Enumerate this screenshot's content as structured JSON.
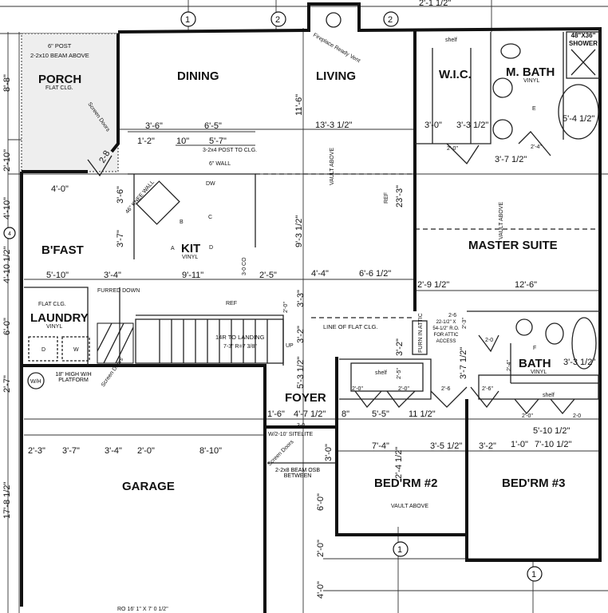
{
  "rooms": {
    "porch": {
      "label": "PORCH",
      "sub": "FLAT CLG."
    },
    "dining": {
      "label": "DINING"
    },
    "living": {
      "label": "LIVING"
    },
    "wic": {
      "label": "W.I.C."
    },
    "mbath": {
      "label": "M. BATH",
      "sub": "VINYL"
    },
    "bfast": {
      "label": "B'FAST"
    },
    "kit": {
      "label": "KIT",
      "sub": "VINYL"
    },
    "master": {
      "label": "MASTER SUITE"
    },
    "laundry": {
      "label": "LAUNDRY",
      "sub": "VINYL",
      "ceiling": "FLAT CLG."
    },
    "bath": {
      "label": "BATH",
      "sub": "VINYL"
    },
    "foyer": {
      "label": "FOYER"
    },
    "garage": {
      "label": "GARAGE"
    },
    "bed2": {
      "label": "BED'RM #2"
    },
    "bed3": {
      "label": "BED'RM #3"
    }
  },
  "grid_markers": [
    "1",
    "2",
    "2",
    "1",
    "1",
    "4"
  ],
  "dimensions": {
    "top": "2'-1 1/2\"",
    "left": [
      "8'-8\"",
      "2'-10\"",
      "4'-10\"",
      "4'-10 1/2\"",
      "6'-0\"",
      "2'-7\"",
      "17'-8 1/2\""
    ],
    "kitchen": [
      "3'-6\"",
      "6'-5\"",
      "1'-2\"",
      "10\"",
      "5'-7\"",
      "4'-0\"",
      "2-8",
      "3'-6\"",
      "3'-7\"",
      "5'-10\"",
      "3'-4\"",
      "9'-11\"",
      "2'-5\""
    ],
    "living": [
      "11'-6\"",
      "13'-3 1/2\"",
      "23'-3\"",
      "9'-3 1/2\"",
      "4'-4\"",
      "6'-6 1/2\""
    ],
    "master": [
      "3'-0\"",
      "3'-3 1/2\"",
      "2'-0\"",
      "2'-4\"",
      "3'-7 1/2\"",
      "5'-4 1/2\"",
      "2'-9 1/2\"",
      "12'-6\""
    ],
    "hall": [
      "2'-0\"",
      "3'-3\"",
      "3'-2\"",
      "5'-3 1/2\"",
      "3'-2\"",
      "3'-7 1/2\"",
      "2'-3\"",
      "2-6",
      "2'-4\"",
      "2'-6\"",
      "2-0",
      "3'-3 1/2\""
    ],
    "beds": [
      "2'-0\"",
      "2'-0\"",
      "2'-6",
      "2'-5\"",
      "8\"",
      "5'-5\"",
      "11 1/2\"",
      "7'-4\"",
      "3'-5 1/2\"",
      "3'-2\"",
      "1'-0\"",
      "7'-10 1/2\"",
      "2'-0\"",
      "2-0",
      "5'-10 1/2\"",
      "2'-4 1/2\""
    ],
    "garage": [
      "2'-3\"",
      "3'-7\"",
      "3'-4\"",
      "2'-0\"",
      "8'-10\""
    ],
    "foyer": [
      "1'-6\"",
      "4'-7 1/2\"",
      "3-0",
      "3'-0\"",
      "6'-0\"",
      "2'-0\"",
      "4'-0\""
    ]
  },
  "notes": {
    "post": "6\" POST",
    "beam": "2-2x10 BEAM ABOVE",
    "screen_doors": "Screen Doors",
    "fireplace": "Fireplace Ready Vent",
    "knee_wall": "46\" KNEE WALL",
    "post2": "3-2x4 POST TO CLG.",
    "wall6": "6\" WALL",
    "dw": "DW",
    "ref": "REF",
    "ref2": "REF",
    "co": "3-0 CO",
    "furred": "FURRED DOWN",
    "vault": "VAULT ABOVE",
    "shower": "48\"X36\" SHOWER",
    "shelf": "shelf",
    "flat_clg": "LINE OF FLAT CLG.",
    "stairs": "14R TO LANDING",
    "stairs2": "7-3\" R=7 3/8\"",
    "up": "UP",
    "furn": "FURN IN ATTIC",
    "attic": "22-1/2\" X 54-1/2\" R.O. FOR ATTIC ACCESS",
    "wh": "W/H",
    "wh_platform": "18\" HIGH W/H PLATFORM",
    "sitelite": "W/2-10' SITELITE",
    "beam2": "2-2x8 BEAM OSB BETWEEN",
    "garage_door": "RO 16' 1\" X 7' 0 1/2\"",
    "dryer": "D",
    "washer": "W"
  },
  "appliance_markers": [
    "A",
    "B",
    "C",
    "D",
    "E",
    "F"
  ]
}
